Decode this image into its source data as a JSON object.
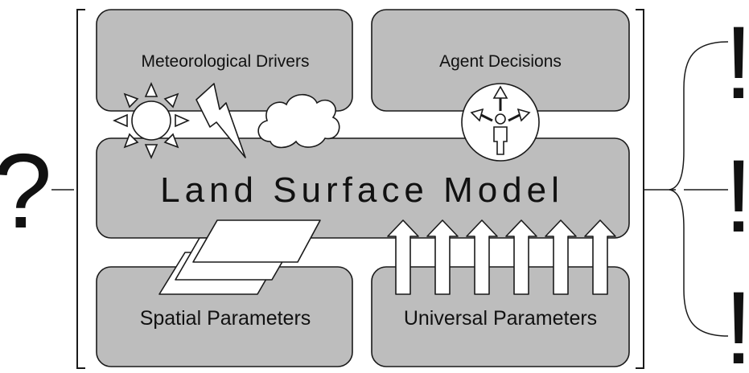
{
  "diagram": {
    "center": {
      "label": "Land Surface Model"
    },
    "boxes": {
      "meteorological": {
        "label": "Meteorological Drivers"
      },
      "agent": {
        "label": "Agent Decisions"
      },
      "spatial": {
        "label": "Spatial Parameters"
      },
      "universal": {
        "label": "Universal Parameters"
      }
    },
    "input_symbol": "?",
    "output_symbols": [
      "!",
      "!",
      "!"
    ],
    "icons": [
      "sun-icon",
      "lightning-icon",
      "cloud-icon",
      "agent-decision-icon",
      "layered-sheets-icon",
      "up-arrow-icon"
    ],
    "colors": {
      "box_fill": "#bdbdbd",
      "stroke": "#1a1a1a",
      "icon_fill": "#ffffff"
    }
  }
}
